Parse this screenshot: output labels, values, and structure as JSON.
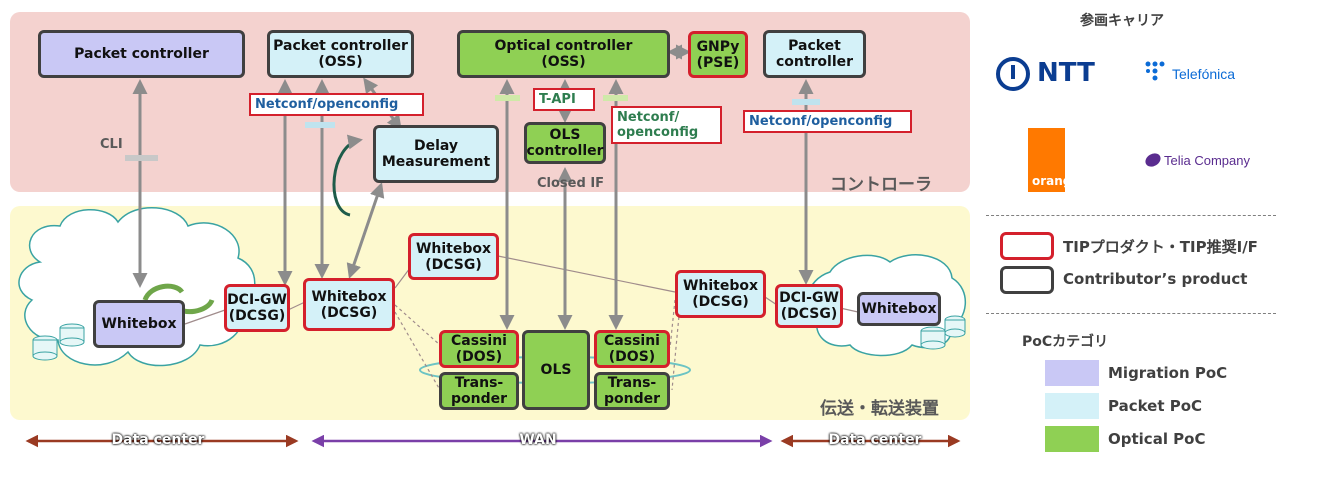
{
  "zones": {
    "controller_label": "コントローラ",
    "transport_label": "伝送・転送装置"
  },
  "controllers": {
    "packet_left": "Packet controller",
    "packet_oss": "Packet controller\n(OSS)",
    "optical_oss": "Optical controller\n(OSS)",
    "gnpy": "GNPy\n(PSE)",
    "packet_right": "Packet\ncontroller",
    "delay_measurement": "Delay\nMeasurement",
    "ols_controller": "OLS\ncontroller"
  },
  "interfaces": {
    "cli": "CLI",
    "netconf_left": "Netconf/openconfig",
    "tapi": "T-API",
    "netconf_optical": "Netconf/\nopenconfig",
    "netconf_right": "Netconf/openconfig",
    "closed_if": "Closed IF"
  },
  "devices": {
    "whitebox_left": "Whitebox",
    "dcigw_left": "DCI-GW\n(DCSG)",
    "whitebox_dcsg_center": "Whitebox\n(DCSG)",
    "whitebox_dcsg_top": "Whitebox\n(DCSG)",
    "cassini_left": "Cassini\n(DOS)",
    "transponder_left": "Trans-\nponder",
    "ols": "OLS",
    "cassini_right": "Cassini\n(DOS)",
    "transponder_right": "Trans-\nponder",
    "whitebox_dcsg_right": "Whitebox\n(DCSG)",
    "dcigw_right": "DCI-GW\n(DCSG)",
    "whitebox_right": "Whitebox"
  },
  "spans": {
    "dc_left": "Data center",
    "wan": "WAN",
    "dc_right": "Data center"
  },
  "legend": {
    "carriers_title": "参画キャリア",
    "carriers": {
      "ntt": "NTT",
      "telefonica": "Telefónica",
      "orange": "orange",
      "telia": "Telia Company"
    },
    "kinds": [
      {
        "label": "TIPプロダクト・TIP推奨I/F",
        "border": "#d4202c"
      },
      {
        "label": "Contributor’s product",
        "border": "#404040"
      }
    ],
    "poc_title": "PoCカテゴリ",
    "pocs": [
      {
        "label": "Migration PoC",
        "color": "#c9c8f5"
      },
      {
        "label": "Packet PoC",
        "color": "#d4f1f8"
      },
      {
        "label": "Optical PoC",
        "color": "#8fd054"
      }
    ]
  },
  "colors": {
    "tip_red": "#d4202c",
    "contributor_gray": "#404040",
    "dc_arrow": "#9a3a22",
    "wan_arrow": "#7a3fa8"
  }
}
